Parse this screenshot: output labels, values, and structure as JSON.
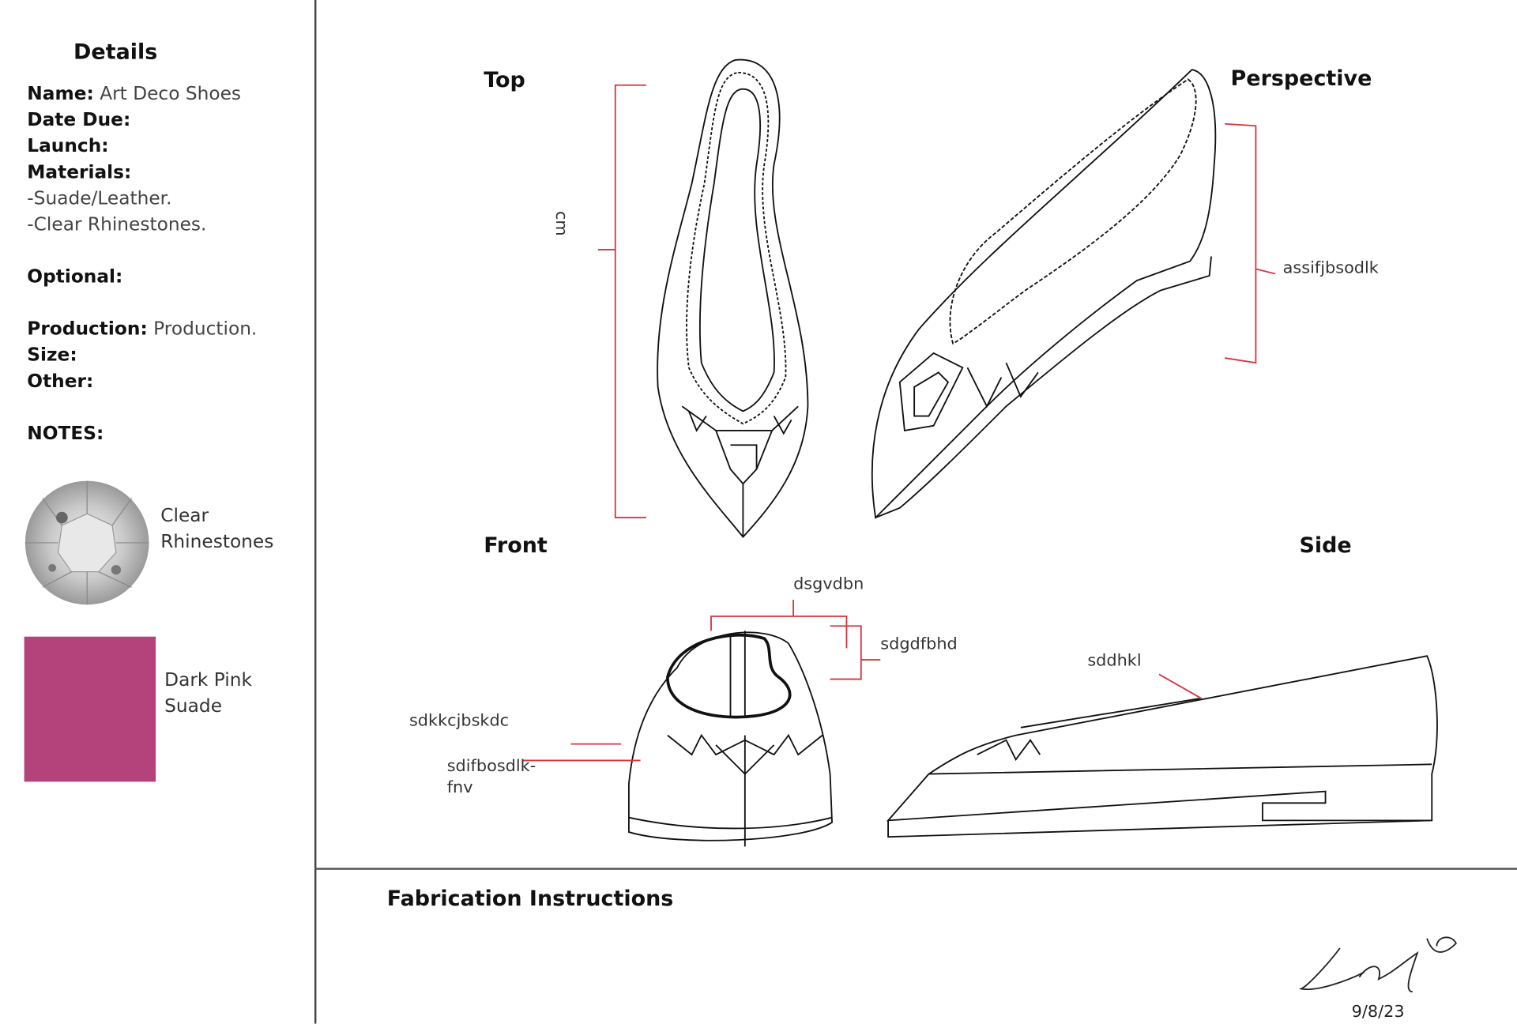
{
  "details": {
    "title": "Details",
    "name_label": "Name:",
    "name_value": "Art Deco Shoes",
    "date_due_label": "Date Due:",
    "launch_label": "Launch:",
    "materials_label": "Materials:",
    "materials": [
      "-Suade/Leather.",
      "-Clear Rhinestones."
    ],
    "optional_label": "Optional:",
    "production_label": "Production:",
    "production_value": "Production.",
    "size_label": "Size:",
    "other_label": "Other:",
    "notes_label": "NOTES:"
  },
  "swatches": [
    {
      "line1": "Clear",
      "line2": "Rhinestones"
    },
    {
      "line1": "Dark Pink",
      "line2": "Suade",
      "color": "#b3437a"
    }
  ],
  "views": {
    "top": "Top",
    "perspective": "Perspective",
    "front": "Front",
    "side": "Side"
  },
  "annotations": {
    "top_unit": "cm",
    "perspective": "assifjbsodlk",
    "front_top": "dsgvdbn",
    "front_right": "sdgdfbhd",
    "front_left1": "sdkkcjbskdc",
    "front_left2a": "sdifbosdlk-",
    "front_left2b": "fnv",
    "side": "sddhkl"
  },
  "fabrication": {
    "title": "Fabrication Instructions"
  },
  "signature": {
    "initials": "LB",
    "date": "9/8/23"
  },
  "colors": {
    "annotation_red": "#d9343f",
    "line": "#111111"
  }
}
